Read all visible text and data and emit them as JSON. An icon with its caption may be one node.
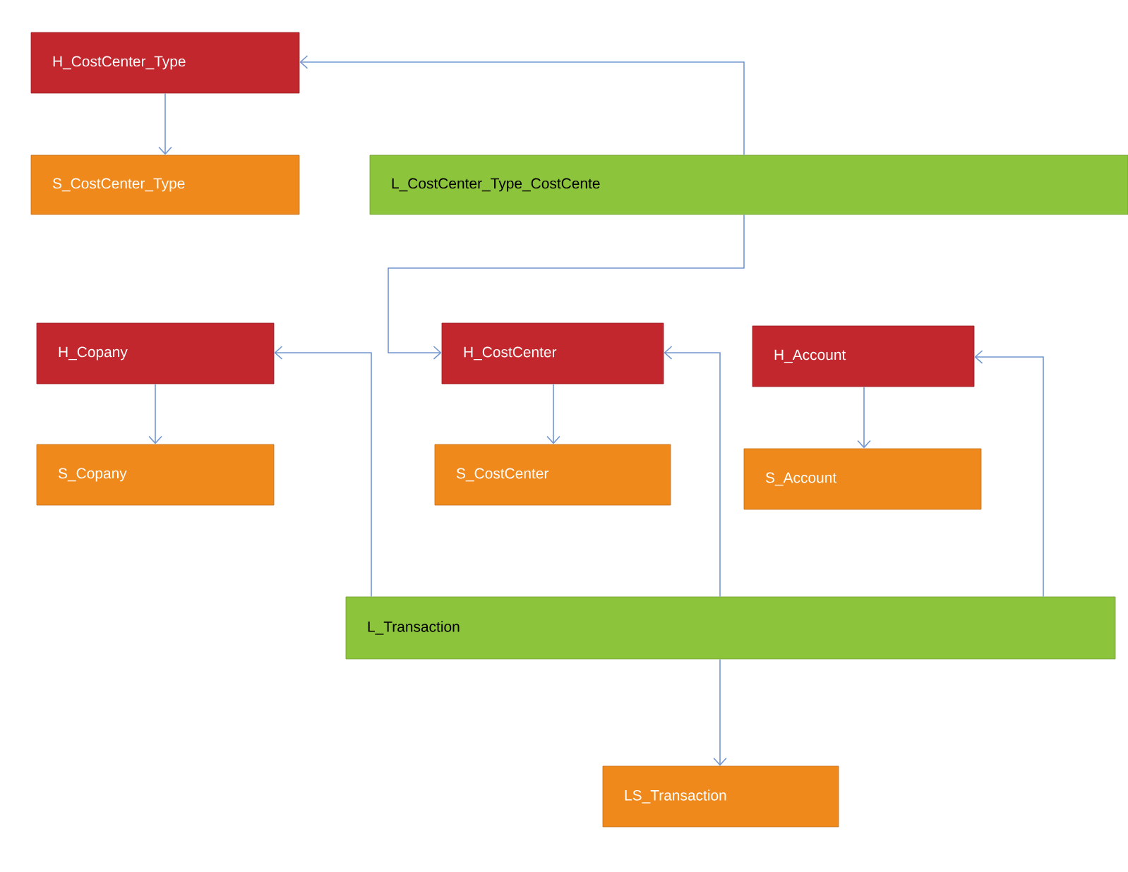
{
  "diagram": {
    "nodes": [
      {
        "text": [
          "H_CostCenter_Type"
        ]
      },
      {
        "text": [
          "S_CostCenter_Type"
        ]
      },
      {
        "text": [
          "L_CostCenter_Type_CostCente"
        ]
      },
      {
        "text": [
          "H_Copany"
        ]
      },
      {
        "text": [
          "S_Copany"
        ]
      },
      {
        "text": [
          "H_CostCenter"
        ]
      },
      {
        "text": [
          "S_CostCenter"
        ]
      },
      {
        "text": [
          "H_Account"
        ]
      },
      {
        "text": [
          "S_Account"
        ]
      },
      {
        "text": [
          "L_Transaction"
        ]
      },
      {
        "text": [
          "LS_Transaction"
        ]
      }
    ],
    "edges": [
      {
        "from": 0,
        "to": 1,
        "arrow": "to"
      },
      {
        "from": 2,
        "to": 0,
        "arrow": "to"
      },
      {
        "from": 2,
        "to": 5,
        "arrow": "to"
      },
      {
        "from": 3,
        "to": 4,
        "arrow": "to"
      },
      {
        "from": 5,
        "to": 6,
        "arrow": "to"
      },
      {
        "from": 7,
        "to": 8,
        "arrow": "to"
      },
      {
        "from": 9,
        "to": 3,
        "arrow": "to"
      },
      {
        "from": 9,
        "to": 5,
        "arrow": "to"
      },
      {
        "from": 9,
        "to": 7,
        "arrow": "to"
      },
      {
        "from": 9,
        "to": 10,
        "arrow": "to"
      }
    ]
  }
}
